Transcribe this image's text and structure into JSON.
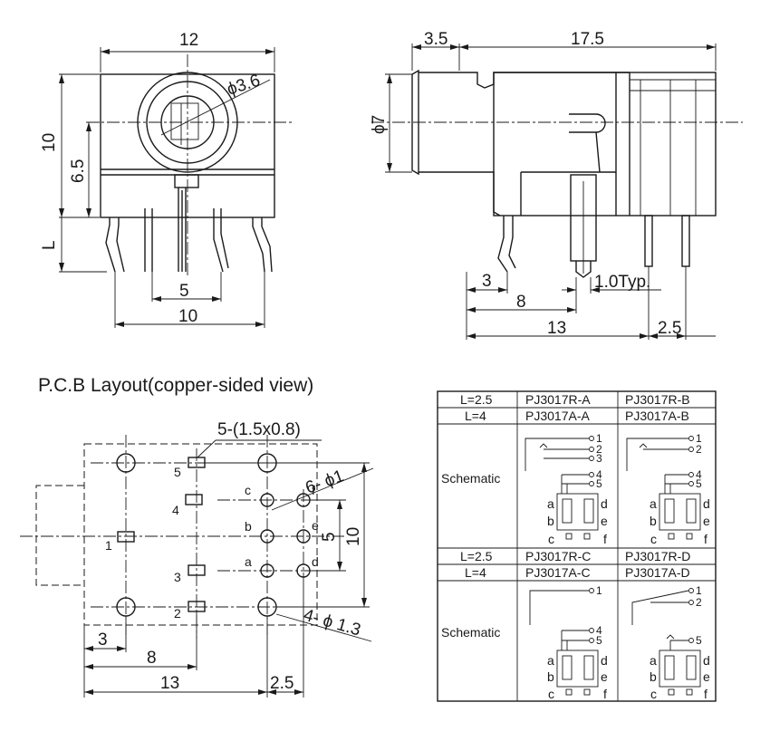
{
  "front_view": {
    "width": "12",
    "hole_dia": "ϕ3.6",
    "height": "10",
    "center_height": "6.5",
    "lead_length": "L",
    "pin_pitch_inner": "5",
    "pin_pitch_outer": "10"
  },
  "side_view": {
    "front_length": "3.5",
    "body_length": "17.5",
    "barrel_dia": "ϕ7",
    "dist_3": "3",
    "dist_8": "8",
    "pin_thickness": "1.0Typ.",
    "dist_13": "13",
    "dist_2_5": "2.5"
  },
  "pcb": {
    "title": "P.C.B Layout(copper-sided view)",
    "slot_spec": "5-(1.5x0.8)",
    "hole6_spec": "6- ϕ1",
    "hole4_spec": "4- ϕ 1.3",
    "slot_labels": [
      "5",
      "4",
      "1",
      "3",
      "2"
    ],
    "hole_labels": [
      "c",
      "b",
      "a",
      "f",
      "e",
      "d"
    ],
    "dim_5": "5",
    "dim_10": "10",
    "dim_3": "3",
    "dim_8": "8",
    "dim_13": "13",
    "dim_2_5": "2.5"
  },
  "table": {
    "rows": [
      [
        "L=2.5",
        "PJ3017R-A",
        "PJ3017R-B"
      ],
      [
        "L=4",
        "PJ3017A-A",
        "PJ3017A-B"
      ],
      [
        "L=2.5",
        "PJ3017R-C",
        "PJ3017R-D"
      ],
      [
        "L=4",
        "PJ3017A-C",
        "PJ3017A-D"
      ]
    ],
    "schematic_label": "Schematic",
    "pins": [
      "1",
      "2",
      "3",
      "4",
      "5"
    ],
    "contacts": [
      "a",
      "b",
      "c",
      "d",
      "e",
      "f"
    ]
  }
}
